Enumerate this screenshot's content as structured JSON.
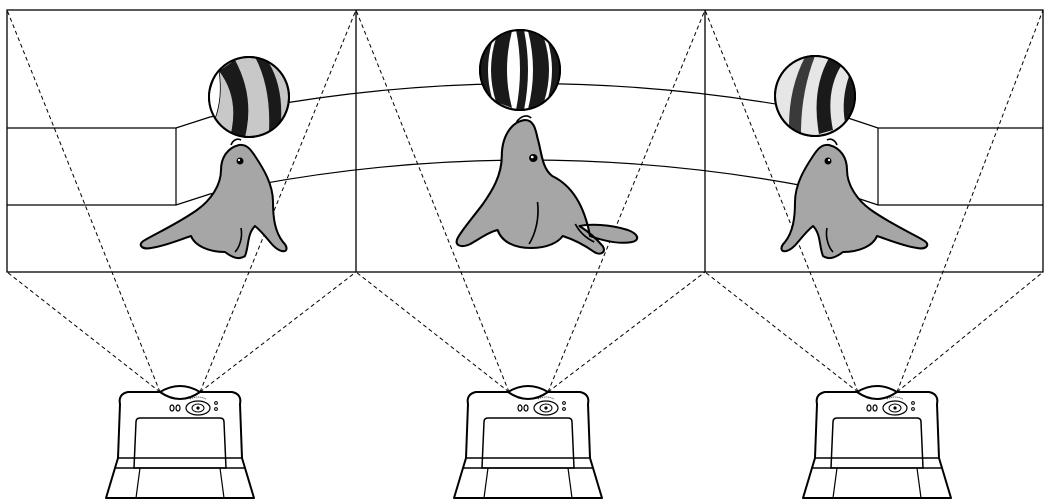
{
  "diagram": {
    "panels": [
      {
        "id": "left",
        "subject": "seal-with-beach-ball"
      },
      {
        "id": "center",
        "subject": "seal-with-beach-ball"
      },
      {
        "id": "right",
        "subject": "seal-with-beach-ball"
      }
    ],
    "projectors": [
      {
        "id": "left"
      },
      {
        "id": "center"
      },
      {
        "id": "right"
      }
    ],
    "colors": {
      "line": "#000000",
      "seal_fill": "#a6a6a6",
      "ball_light": "#c8c8c8",
      "ball_dark": "#1a1a1a",
      "background": "#ffffff"
    }
  }
}
